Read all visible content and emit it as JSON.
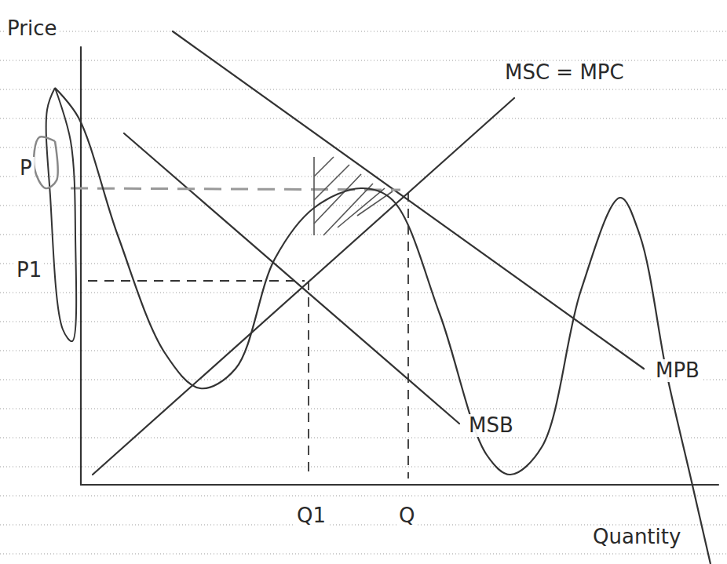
{
  "diagram": {
    "labels": [
      "Price",
      "MSC = MPC",
      "MPB",
      "MSB",
      "Q1",
      "Q",
      "Quantity",
      "P",
      "P1"
    ]
  }
}
